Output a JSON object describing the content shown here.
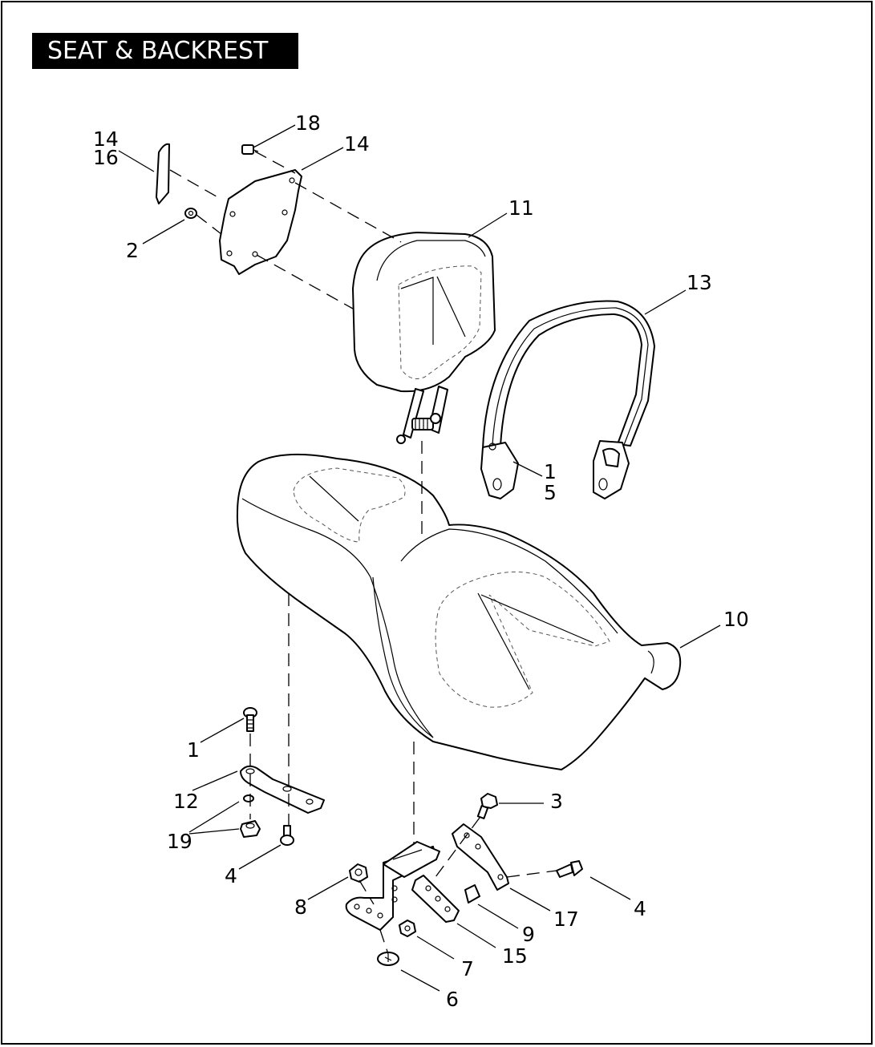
{
  "title": "SEAT & BACKREST",
  "callouts": {
    "c14a": "14",
    "c16": "16",
    "c18": "18",
    "c14b": "14",
    "c2": "2",
    "c11": "11",
    "c13": "13",
    "c1a": "1",
    "c5": "5",
    "c10": "10",
    "c1b": "1",
    "c12": "12",
    "c19": "19",
    "c4a": "4",
    "c3": "3",
    "c8": "8",
    "c17": "17",
    "c4b": "4",
    "c9": "9",
    "c15": "15",
    "c7": "7",
    "c6": "6"
  },
  "colors": {
    "ink": "#000000",
    "paper": "#ffffff"
  }
}
